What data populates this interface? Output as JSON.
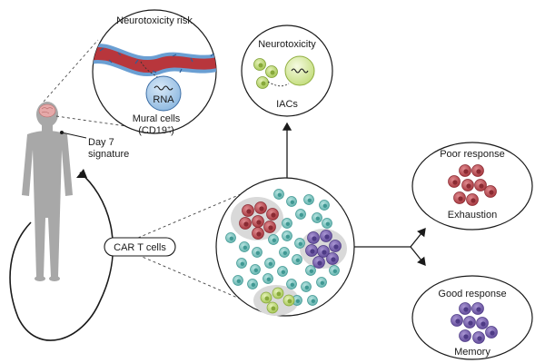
{
  "labels": {
    "neurotoxicity_risk": "Neurotoxicity risk",
    "rna": "RNA",
    "mural_cells": "Mural cells",
    "cd19": "(CD19",
    "cd19_sup": "+",
    "cd19_close": ")",
    "neurotoxicity": "Neurotoxicity",
    "iacs": "IACs",
    "day7_line1": "Day 7",
    "day7_line2": "signature",
    "car_t_cells": "CAR T cells",
    "poor_response": "Poor response",
    "exhaustion": "Exhaustion",
    "good_response": "Good response",
    "memory": "Memory"
  },
  "colors": {
    "red_cell": "#b8454c",
    "red_core": "#8a2a32",
    "teal_cell": "#7ec3c0",
    "teal_core": "#3f9893",
    "purple_cell": "#7a64ad",
    "purple_core": "#4d3a85",
    "green_cell": "#bcd86a",
    "green_core": "#87a83a",
    "vessel_red": "#b8363c",
    "vessel_blue": "#6a9fd3",
    "body_gray": "#a8a8a8",
    "cluster_gray": "#d9d9d9"
  }
}
